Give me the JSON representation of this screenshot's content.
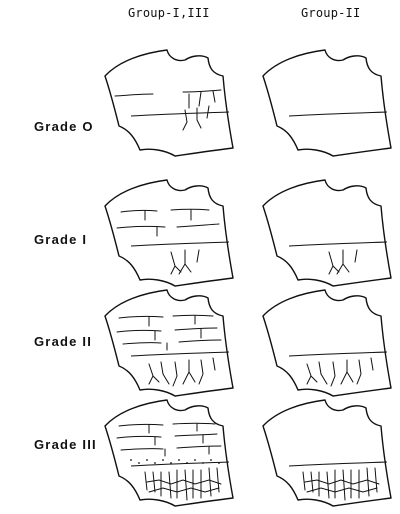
{
  "header": {
    "col_groups_1_3": "Group-I,III",
    "col_group_2": "Group-II"
  },
  "rows": [
    {
      "label": "Grade O",
      "group_1_3_fissures": "sparse",
      "group_2_fissures": "none"
    },
    {
      "label": "Grade I",
      "group_1_3_fissures": "mild",
      "group_2_fissures": "mild"
    },
    {
      "label": "Grade II",
      "group_1_3_fissures": "moderate",
      "group_2_fissures": "moderate"
    },
    {
      "label": "Grade III",
      "group_1_3_fissures": "dense",
      "group_2_fissures": "dense"
    }
  ]
}
